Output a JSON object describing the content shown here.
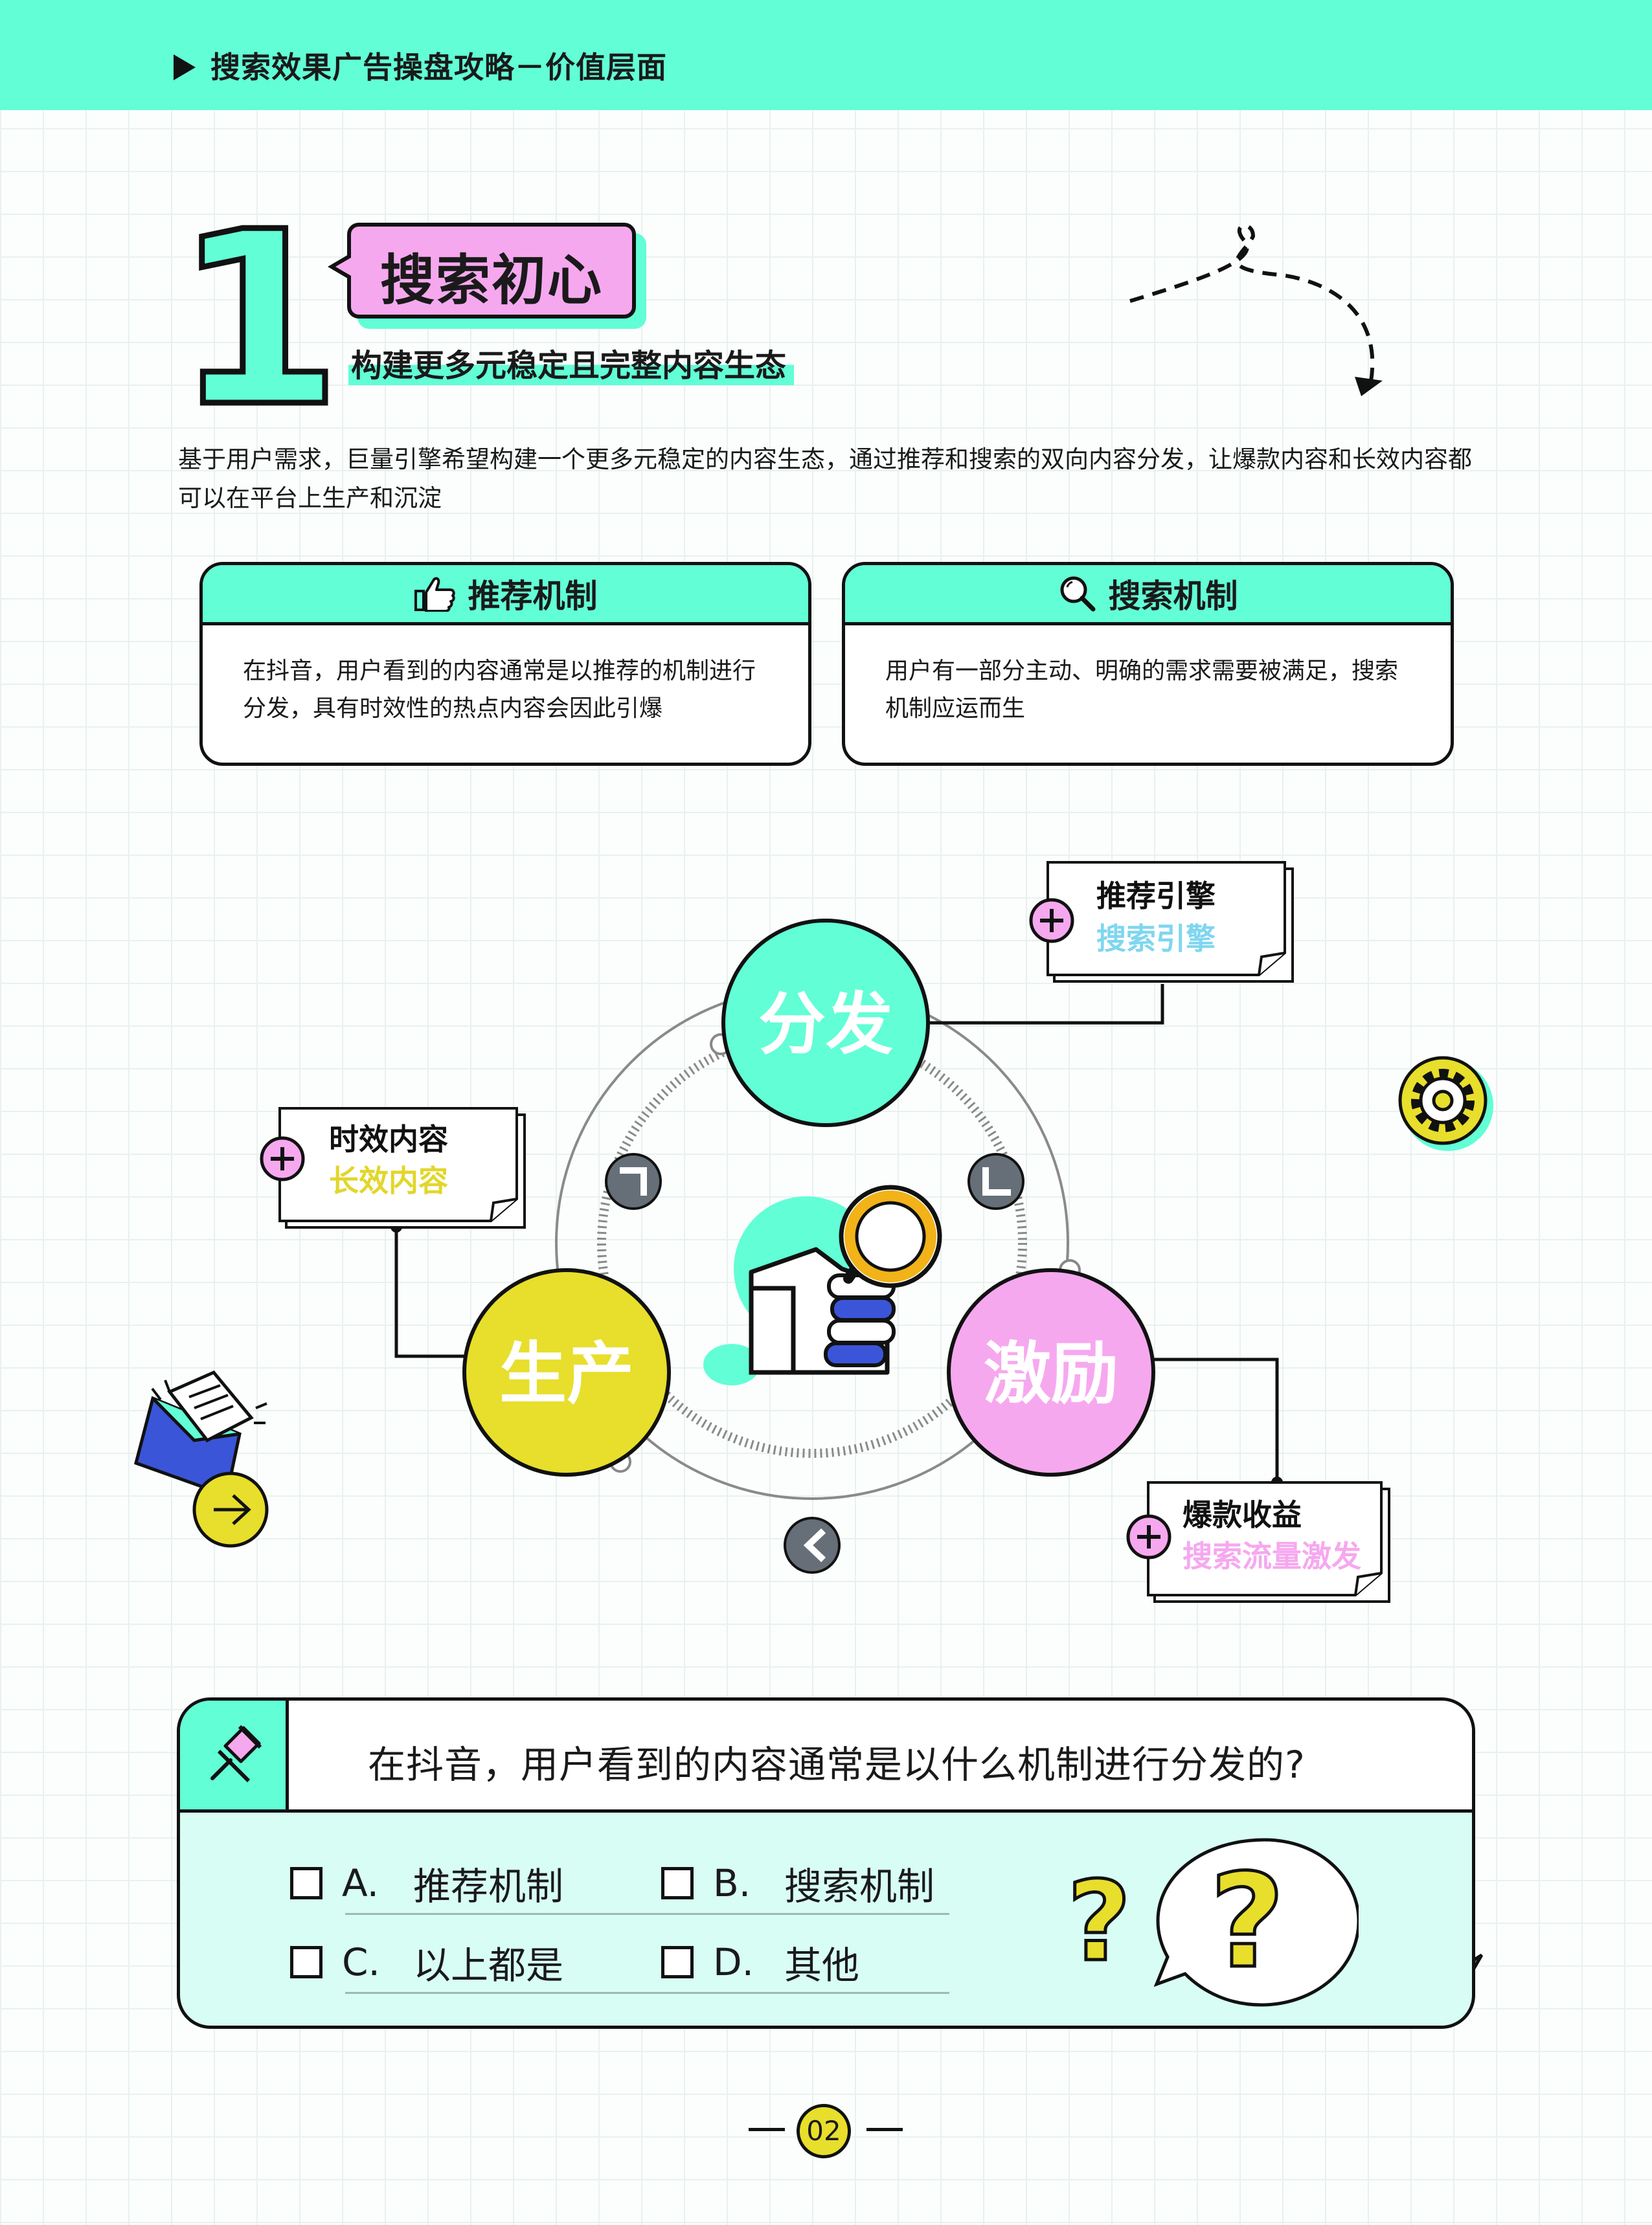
{
  "header": {
    "title": "搜索效果广告操盘攻略－价值层面"
  },
  "section": {
    "number": "1",
    "tag": "搜索初心",
    "subtitle": "构建更多元稳定且完整内容生态",
    "paragraph": "基于用户需求，巨量引擎希望构建一个更多元稳定的内容生态，通过推荐和搜索的双向内容分发，让爆款内容和长效内容都可以在平台上生产和沉淀"
  },
  "cards": [
    {
      "icon": "thumbs-up-icon",
      "title": "推荐机制",
      "body": "在抖音，用户看到的内容通常是以推荐的机制进行分发，具有时效性的热点内容会因此引爆"
    },
    {
      "icon": "search-icon",
      "title": "搜索机制",
      "body": "用户有一部分主动、明确的需求需要被满足，搜索机制应运而生"
    }
  ],
  "diagram": {
    "nodes": [
      {
        "label": "分发",
        "color": "#62fed6"
      },
      {
        "label": "激励",
        "color": "#f6a8ef"
      },
      {
        "label": "生产",
        "color": "#e8de2c"
      }
    ],
    "notes": [
      {
        "line1": "推荐引擎",
        "line2": "搜索引擎",
        "line2_color": "#7fd6f0"
      },
      {
        "line1": "时效内容",
        "line2": "长效内容",
        "line2_color": "#e2d62a"
      },
      {
        "line1": "爆款收益",
        "line2": "搜索流量激发",
        "line2_color": "#f6a8ef"
      }
    ]
  },
  "quiz": {
    "question": "在抖音，用户看到的内容通常是以什么机制进行分发的?",
    "options": [
      {
        "letter": "A.",
        "text": "推荐机制"
      },
      {
        "letter": "B.",
        "text": "搜索机制"
      },
      {
        "letter": "C.",
        "text": "以上都是"
      },
      {
        "letter": "D.",
        "text": "其他"
      }
    ]
  },
  "page": {
    "number": "02"
  },
  "colors": {
    "mint": "#62fed6",
    "pink": "#f6a8ef",
    "yellow": "#e8de2c",
    "light_mint": "#d8fdf5",
    "ink": "#111111"
  }
}
